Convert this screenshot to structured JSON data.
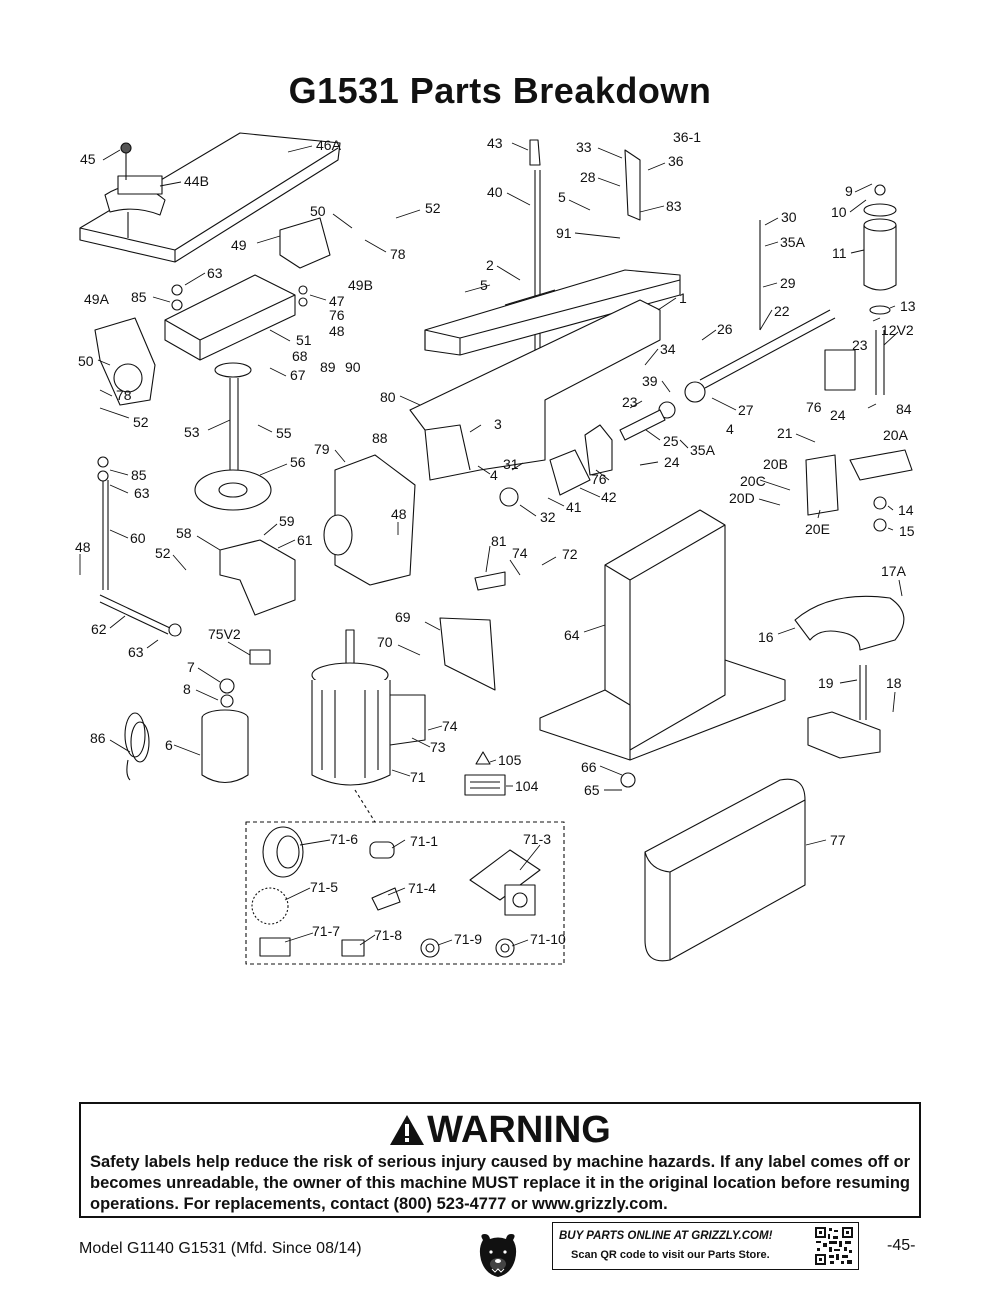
{
  "page": {
    "title": "G1531 Parts Breakdown",
    "model": "Model G1140 G1531 (Mfd. Since 08/14)",
    "page_number": "-45-"
  },
  "warning": {
    "heading": "WARNING",
    "body": "Safety labels help reduce the risk of serious injury caused by machine hazards. If any label comes off or becomes unreadable, the owner of this machine MUST replace it in the original location before resuming operations. For replacements, contact (800) 523-4777 or www.grizzly.com."
  },
  "store": {
    "line1": "BUY PARTS ONLINE AT GRIZZLY.COM!",
    "line2": "Scan QR code to visit our Parts Store."
  },
  "callouts": [
    {
      "id": "c-45",
      "text": "45"
    },
    {
      "id": "c-46a",
      "text": "46A"
    },
    {
      "id": "c-44b",
      "text": "44B"
    },
    {
      "id": "c-43",
      "text": "43"
    },
    {
      "id": "c-33",
      "text": "33"
    },
    {
      "id": "c-36-1",
      "text": "36-1"
    },
    {
      "id": "c-36",
      "text": "36"
    },
    {
      "id": "c-28",
      "text": "28"
    },
    {
      "id": "c-40",
      "text": "40"
    },
    {
      "id": "c-5a",
      "text": "5"
    },
    {
      "id": "c-83",
      "text": "83"
    },
    {
      "id": "c-9",
      "text": "9"
    },
    {
      "id": "c-10",
      "text": "10"
    },
    {
      "id": "c-50a",
      "text": "50"
    },
    {
      "id": "c-52a",
      "text": "52"
    },
    {
      "id": "c-91",
      "text": "91"
    },
    {
      "id": "c-30",
      "text": "30"
    },
    {
      "id": "c-49",
      "text": "49"
    },
    {
      "id": "c-78a",
      "text": "78"
    },
    {
      "id": "c-35a-1",
      "text": "35A"
    },
    {
      "id": "c-11",
      "text": "11"
    },
    {
      "id": "c-63a",
      "text": "63"
    },
    {
      "id": "c-2",
      "text": "2"
    },
    {
      "id": "c-49b",
      "text": "49B"
    },
    {
      "id": "c-5b",
      "text": "5"
    },
    {
      "id": "c-29",
      "text": "29"
    },
    {
      "id": "c-49a",
      "text": "49A"
    },
    {
      "id": "c-85a",
      "text": "85"
    },
    {
      "id": "c-47",
      "text": "47"
    },
    {
      "id": "c-1",
      "text": "1"
    },
    {
      "id": "c-13",
      "text": "13"
    },
    {
      "id": "c-76a",
      "text": "76"
    },
    {
      "id": "c-22",
      "text": "22"
    },
    {
      "id": "c-48a",
      "text": "48"
    },
    {
      "id": "c-12v2",
      "text": "12V2"
    },
    {
      "id": "c-51",
      "text": "51"
    },
    {
      "id": "c-26",
      "text": "26"
    },
    {
      "id": "c-50b",
      "text": "50"
    },
    {
      "id": "c-68",
      "text": "68"
    },
    {
      "id": "c-34",
      "text": "34"
    },
    {
      "id": "c-23a",
      "text": "23"
    },
    {
      "id": "c-89",
      "text": "89"
    },
    {
      "id": "c-90",
      "text": "90"
    },
    {
      "id": "c-67",
      "text": "67"
    },
    {
      "id": "c-39",
      "text": "39"
    },
    {
      "id": "c-78b",
      "text": "78"
    },
    {
      "id": "c-80",
      "text": "80"
    },
    {
      "id": "c-76b",
      "text": "76"
    },
    {
      "id": "c-23b",
      "text": "23"
    },
    {
      "id": "c-27",
      "text": "27"
    },
    {
      "id": "c-24a",
      "text": "24"
    },
    {
      "id": "c-84",
      "text": "84"
    },
    {
      "id": "c-52b",
      "text": "52"
    },
    {
      "id": "c-3",
      "text": "3"
    },
    {
      "id": "c-4a",
      "text": "4"
    },
    {
      "id": "c-53",
      "text": "53"
    },
    {
      "id": "c-55",
      "text": "55"
    },
    {
      "id": "c-25",
      "text": "25"
    },
    {
      "id": "c-21",
      "text": "21"
    },
    {
      "id": "c-20a",
      "text": "20A"
    },
    {
      "id": "c-88",
      "text": "88"
    },
    {
      "id": "c-35a-2",
      "text": "35A"
    },
    {
      "id": "c-79",
      "text": "79"
    },
    {
      "id": "c-56",
      "text": "56"
    },
    {
      "id": "c-31",
      "text": "31"
    },
    {
      "id": "c-24b",
      "text": "24"
    },
    {
      "id": "c-20b",
      "text": "20B"
    },
    {
      "id": "c-85b",
      "text": "85"
    },
    {
      "id": "c-4b",
      "text": "4"
    },
    {
      "id": "c-76c",
      "text": "76"
    },
    {
      "id": "c-20c",
      "text": "20C"
    },
    {
      "id": "c-63b",
      "text": "63"
    },
    {
      "id": "c-42",
      "text": "42"
    },
    {
      "id": "c-20d",
      "text": "20D"
    },
    {
      "id": "c-14",
      "text": "14"
    },
    {
      "id": "c-41",
      "text": "41"
    },
    {
      "id": "c-48b",
      "text": "48"
    },
    {
      "id": "c-59",
      "text": "59"
    },
    {
      "id": "c-32",
      "text": "32"
    },
    {
      "id": "c-20e",
      "text": "20E"
    },
    {
      "id": "c-15",
      "text": "15"
    },
    {
      "id": "c-58",
      "text": "58"
    },
    {
      "id": "c-60",
      "text": "60"
    },
    {
      "id": "c-61",
      "text": "61"
    },
    {
      "id": "c-48c",
      "text": "48"
    },
    {
      "id": "c-81",
      "text": "81"
    },
    {
      "id": "c-52c",
      "text": "52"
    },
    {
      "id": "c-74a",
      "text": "74"
    },
    {
      "id": "c-72",
      "text": "72"
    },
    {
      "id": "c-17a",
      "text": "17A"
    },
    {
      "id": "c-69",
      "text": "69"
    },
    {
      "id": "c-62",
      "text": "62"
    },
    {
      "id": "c-64",
      "text": "64"
    },
    {
      "id": "c-16",
      "text": "16"
    },
    {
      "id": "c-75v2",
      "text": "75V2"
    },
    {
      "id": "c-70",
      "text": "70"
    },
    {
      "id": "c-63c",
      "text": "63"
    },
    {
      "id": "c-7",
      "text": "7"
    },
    {
      "id": "c-19",
      "text": "19"
    },
    {
      "id": "c-18",
      "text": "18"
    },
    {
      "id": "c-8",
      "text": "8"
    },
    {
      "id": "c-74b",
      "text": "74"
    },
    {
      "id": "c-86",
      "text": "86"
    },
    {
      "id": "c-6",
      "text": "6"
    },
    {
      "id": "c-73",
      "text": "73"
    },
    {
      "id": "c-105",
      "text": "105"
    },
    {
      "id": "c-66",
      "text": "66"
    },
    {
      "id": "c-71",
      "text": "71"
    },
    {
      "id": "c-104",
      "text": "104"
    },
    {
      "id": "c-65",
      "text": "65"
    },
    {
      "id": "c-71-6",
      "text": "71-6"
    },
    {
      "id": "c-71-1",
      "text": "71-1"
    },
    {
      "id": "c-71-3",
      "text": "71-3"
    },
    {
      "id": "c-77",
      "text": "77"
    },
    {
      "id": "c-71-5",
      "text": "71-5"
    },
    {
      "id": "c-71-4",
      "text": "71-4"
    },
    {
      "id": "c-71-7",
      "text": "71-7"
    },
    {
      "id": "c-71-8",
      "text": "71-8"
    },
    {
      "id": "c-71-9",
      "text": "71-9"
    },
    {
      "id": "c-71-10",
      "text": "71-10"
    }
  ]
}
